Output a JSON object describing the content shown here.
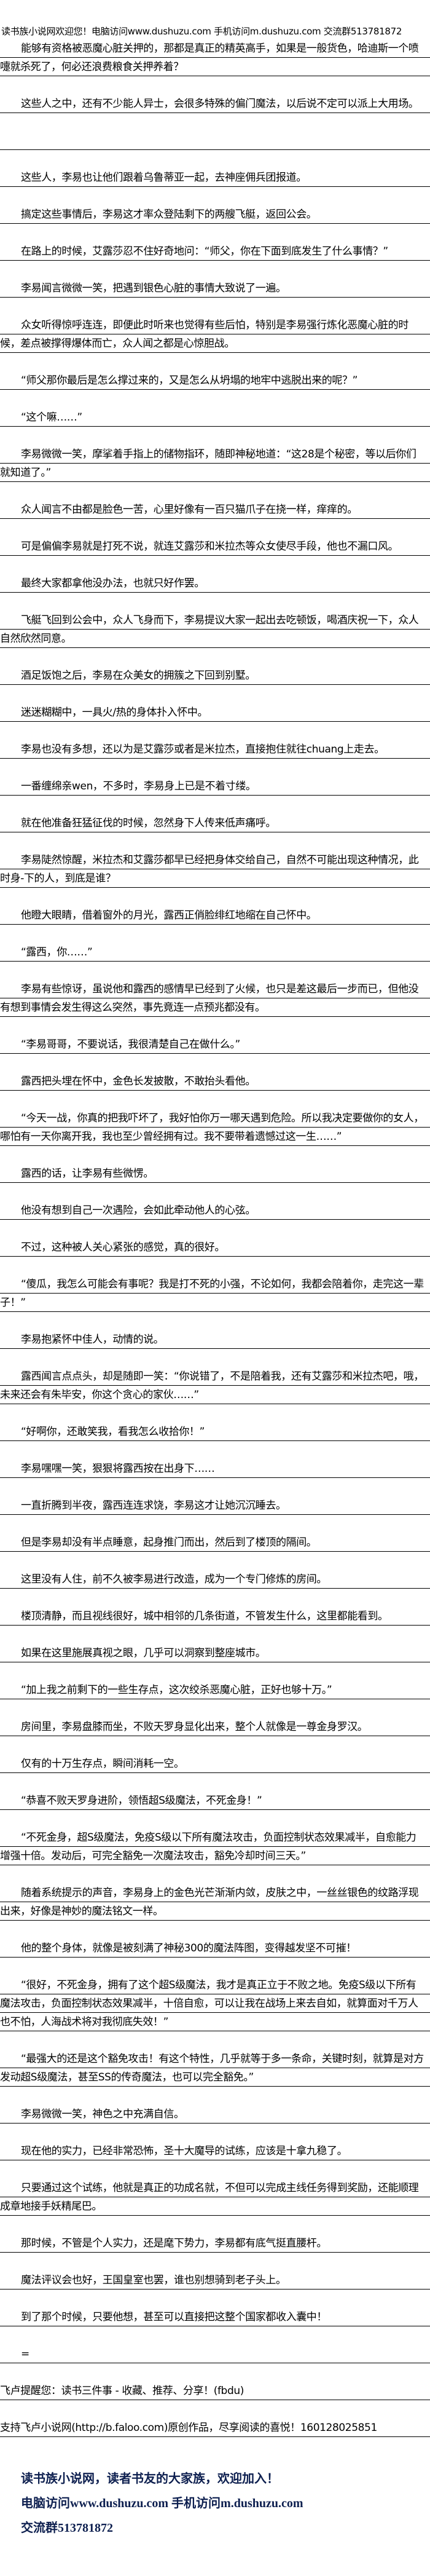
{
  "header": {
    "welcome": "读书族小说网欢迎您！电脑访问www.dushuzu.com 手机访问m.dushuzu.com 交流群513781872"
  },
  "paragraphs": [
    "能够有资格被恶魔心脏关押的，那都是真正的精英高手，如果是一般货色，哈迪斯一个喷嚏就杀死了，何必还浪费粮食关押养着？",
    "这些人之中，还有不少能人异士，会很多特殊的偏门魔法，以后说不定可以派上大用场。",
    "",
    "这些人，李易也让他们跟着乌鲁蒂亚一起，去神座佣兵团报道。",
    "搞定这些事情后，李易这才率众登陆剩下的两艘飞艇，返回公会。",
    "在路上的时候，艾露莎忍不住好奇地问：“师父，你在下面到底发生了什么事情？”",
    "李易闻言微微一笑，把遇到银色心脏的事情大致说了一遍。",
    "众女听得惊呼连连，即便此时听来也觉得有些后怕，特别是李易强行炼化恶魔心脏的时候，差点被撑得爆体而亡，众人闻之都是心惊胆战。",
    "“师父那你最后是怎么撑过来的，又是怎么从坍塌的地牢中逃脱出来的呢？”",
    "“这个嘛……”",
    "李易微微一笑，摩挲着手指上的储物指环，随即神秘地道：“这28是个秘密，等以后你们就知道了。”",
    "众人闻言不由都是脸色一苦，心里好像有一百只猫爪子在挠一样，痒痒的。",
    "可是偏偏李易就是打死不说，就连艾露莎和米拉杰等众女使尽手段，他也不漏口风。",
    "最终大家都拿他没办法，也就只好作罢。",
    "飞艇飞回到公会中，众人飞身而下，李易提议大家一起出去吃顿饭，喝酒庆祝一下，众人自然欣然同意。",
    "酒足饭饱之后，李易在众美女的拥簇之下回到别墅。",
    "迷迷糊糊中，一具火/热的身体扑入怀中。",
    "李易也没有多想，还以为是艾露莎或者是米拉杰，直接抱住就往chuang上走去。",
    "一番缠绵亲wen，不多时，李易身上已是不着寸缕。",
    "就在他准备狂猛征伐的时候，忽然身下人传来低声痛呼。",
    "李易陡然惊醒，米拉杰和艾露莎都早已经把身体交给自己，自然不可能出现这种情况，此时身-下的人，到底是谁？",
    "他瞪大眼睛，借着窗外的月光，露西正俏脸绯红地缩在自己怀中。",
    "“露西，你……”",
    "李易有些惊讶，虽说他和露西的感情早已经到了火候，也只是差这最后一步而已，但他没有想到事情会发生得这么突然，事先竟连一点预兆都没有。",
    "“李易哥哥，不要说话，我很清楚自己在做什么。”",
    "露西把头埋在怀中，金色长发披散，不敢抬头看他。",
    "“今天一战，你真的把我吓坏了，我好怕你万一哪天遇到危险。所以我决定要做你的女人，哪怕有一天你离开我，我也至少曾经拥有过。我不要带着遗憾过这一生……”",
    "露西的话，让李易有些微愣。",
    "他没有想到自己一次遇险，会如此牵动他人的心弦。",
    "不过，这种被人关心紧张的感觉，真的很好。",
    "“傻瓜，我怎么可能会有事呢？我是打不死的小强，不论如何，我都会陪着你，走完这一辈子！”",
    "李易抱紧怀中佳人，动情的说。",
    "露西闻言点点头，却是随即一笑：“你说错了，不是陪着我，还有艾露莎和米拉杰吧，哦，未来还会有朱毕安，你这个贪心的家伙……”",
    "“好啊你，还敢笑我，看我怎么收拾你！”",
    "李易嘿嘿一笑，狠狠将露西按在出身下……",
    "一直折腾到半夜，露西连连求饶，李易这才让她沉沉睡去。",
    "但是李易却没有半点睡意，起身推门而出，然后到了楼顶的隔间。",
    "这里没有人住，前不久被李易进行改造，成为一个专门修炼的房间。",
    "楼顶清静，而且视线很好，城中相邻的几条街道，不管发生什么，这里都能看到。",
    "如果在这里施展真视之眼，几乎可以洞察到整座城市。",
    "“加上我之前剩下的一些生存点，这次绞杀恶魔心脏，正好也够十万。”",
    "房间里，李易盘膝而坐，不败天罗身显化出来，整个人就像是一尊金身罗汉。",
    "仅有的十万生存点，瞬间消耗一空。",
    "“恭喜不败天罗身进阶，领悟超S级魔法，不死金身！”",
    "“不死金身，超S级魔法，免疫S级以下所有魔法攻击，负面控制状态效果减半，自愈能力增强十倍。发动后，可完全豁免一次魔法攻击，豁免冷却时间三天。”",
    "随着系统提示的声音，李易身上的金色光芒渐渐内敛，皮肤之中，一丝丝银色的纹路浮现出来，好像是神妙的魔法铭文一样。",
    "他的整个身体，就像是被刻满了神秘300的魔法阵图，变得越发坚不可摧！",
    "“很好，不死金身，拥有了这个超S级魔法，我才是真正立于不败之地。免疫S级以下所有魔法攻击，负面控制状态效果减半，十倍自愈，可以让我在战场上来去自如，就算面对千万人也不怕，人海战术将对我彻底失效！”",
    "“最强大的还是这个豁免攻击！有这个特性，几乎就等于多一条命，关键时刻，就算是对方发动超S级魔法，甚至SS的传奇魔法，也可以完全豁免。”",
    "李易微微一笑，神色之中充满自信。",
    "现在他的实力，已经非常恐怖，圣十大魔导的试练，应该是十拿九稳了。",
    "只要通过这个试练，他就是真正的功成名就，不但可以完成主线任务得到奖励，还能顺理成章地接手妖精尾巴。",
    "那时候，不管是个人实力，还是麾下势力，李易都有底气挺直腰杆。",
    "魔法评议会也好，王国皇室也罢，谁也别想骑到老子头上。",
    "到了那个时候，只要他想，甚至可以直接把这整个国家都收入囊中！",
    "="
  ],
  "notes": [
    "飞卢提醒您：读书三件事 - 收藏、推荐、分享！(fbdu)",
    "支持飞卢小说网(http://b.faloo.com)原创作品，尽享阅读的喜悦！160128025851"
  ],
  "footer": {
    "slogan": "读书族小说网，读者书友的大家族，欢迎加入！",
    "access": "电脑访问www.dushuzu.com 手机访问m.dushuzu.com",
    "group": "交流群513781872"
  },
  "colors": {
    "text": "#000000",
    "footer": "#0d1f4f",
    "rule": "#000000"
  }
}
